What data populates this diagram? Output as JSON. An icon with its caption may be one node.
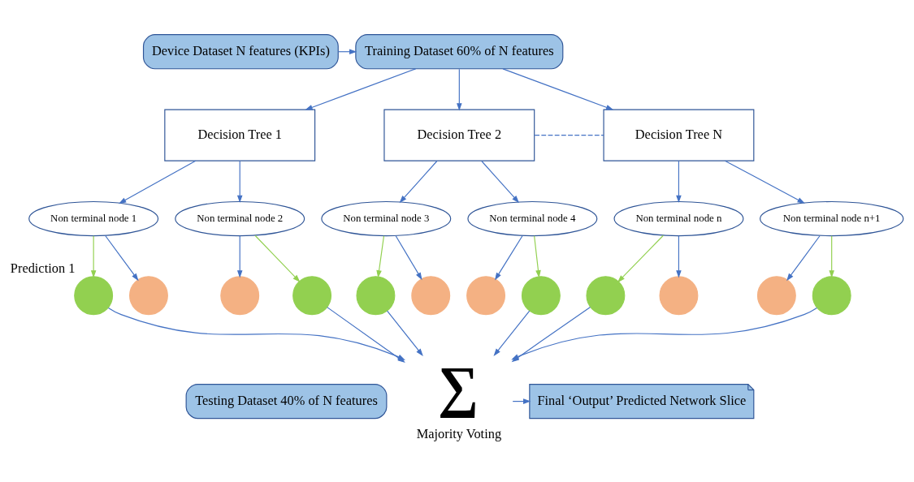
{
  "diagram": {
    "nodes": [
      {
        "text": [
          "Device Dataset N features (KPIs)"
        ]
      },
      {
        "text": [
          "Training Dataset 60% of N features"
        ]
      },
      {
        "text": [
          "Decision Tree 1"
        ]
      },
      {
        "text": [
          "Decision Tree 2"
        ]
      },
      {
        "text": [
          "Decision Tree N"
        ]
      },
      {
        "text": [
          "Non terminal node 1"
        ]
      },
      {
        "text": [
          "Non terminal node 2"
        ]
      },
      {
        "text": [
          "Non terminal node 3"
        ]
      },
      {
        "text": [
          "Non terminal node 4"
        ]
      },
      {
        "text": [
          "Non terminal node n"
        ]
      },
      {
        "text": [
          "Non terminal node n+1"
        ]
      },
      {
        "text": [],
        "shape": "circle",
        "beside": [
          "Prediction 1"
        ]
      },
      {
        "text": [],
        "shape": "circle"
      },
      {
        "text": [],
        "shape": "circle"
      },
      {
        "text": [],
        "shape": "circle"
      },
      {
        "text": [],
        "shape": "circle"
      },
      {
        "text": [],
        "shape": "circle"
      },
      {
        "text": [],
        "shape": "circle"
      },
      {
        "text": [],
        "shape": "circle"
      },
      {
        "text": [],
        "shape": "circle"
      },
      {
        "text": [],
        "shape": "circle"
      },
      {
        "text": [],
        "shape": "circle"
      },
      {
        "text": [],
        "shape": "circle"
      },
      {
        "text": [
          "∑"
        ],
        "beside": [
          "Majority Voting"
        ]
      },
      {
        "text": [
          "Testing Dataset 40% of N features"
        ]
      },
      {
        "text": [
          "Final ‘Output’ Predicted Network Slice"
        ]
      }
    ],
    "edges": [
      {
        "from": 0,
        "to": 1,
        "arrow": "to"
      },
      {
        "from": 1,
        "to": 2,
        "arrow": "to"
      },
      {
        "from": 1,
        "to": 3,
        "arrow": "to"
      },
      {
        "from": 1,
        "to": 4,
        "arrow": "to"
      },
      {
        "from": 3,
        "to": 4,
        "arrow": "none",
        "style": "dashed"
      },
      {
        "from": 2,
        "to": 5,
        "arrow": "to"
      },
      {
        "from": 2,
        "to": 6,
        "arrow": "to"
      },
      {
        "from": 3,
        "to": 7,
        "arrow": "to"
      },
      {
        "from": 3,
        "to": 8,
        "arrow": "to"
      },
      {
        "from": 4,
        "to": 9,
        "arrow": "to"
      },
      {
        "from": 4,
        "to": 10,
        "arrow": "to"
      },
      {
        "from": 5,
        "to": 11,
        "arrow": "to",
        "color": "#92d050"
      },
      {
        "from": 5,
        "to": 12,
        "arrow": "to"
      },
      {
        "from": 6,
        "to": 13,
        "arrow": "to"
      },
      {
        "from": 6,
        "to": 14,
        "arrow": "to",
        "color": "#92d050"
      },
      {
        "from": 7,
        "to": 15,
        "arrow": "to",
        "color": "#92d050"
      },
      {
        "from": 7,
        "to": 16,
        "arrow": "to"
      },
      {
        "from": 8,
        "to": 17,
        "arrow": "to"
      },
      {
        "from": 8,
        "to": 18,
        "arrow": "to",
        "color": "#92d050"
      },
      {
        "from": 9,
        "to": 19,
        "arrow": "to",
        "color": "#92d050"
      },
      {
        "from": 9,
        "to": 20,
        "arrow": "to"
      },
      {
        "from": 10,
        "to": 21,
        "arrow": "to"
      },
      {
        "from": 10,
        "to": 22,
        "arrow": "to",
        "color": "#92d050"
      },
      {
        "from": 11,
        "to": 23,
        "arrow": "to"
      },
      {
        "from": 14,
        "to": 23,
        "arrow": "to"
      },
      {
        "from": 15,
        "to": 23,
        "arrow": "to"
      },
      {
        "from": 18,
        "to": 23,
        "arrow": "to"
      },
      {
        "from": 19,
        "to": 23,
        "arrow": "to"
      },
      {
        "from": 22,
        "to": 23,
        "arrow": "to"
      },
      {
        "from": 23,
        "to": 25,
        "arrow": "to"
      }
    ]
  }
}
